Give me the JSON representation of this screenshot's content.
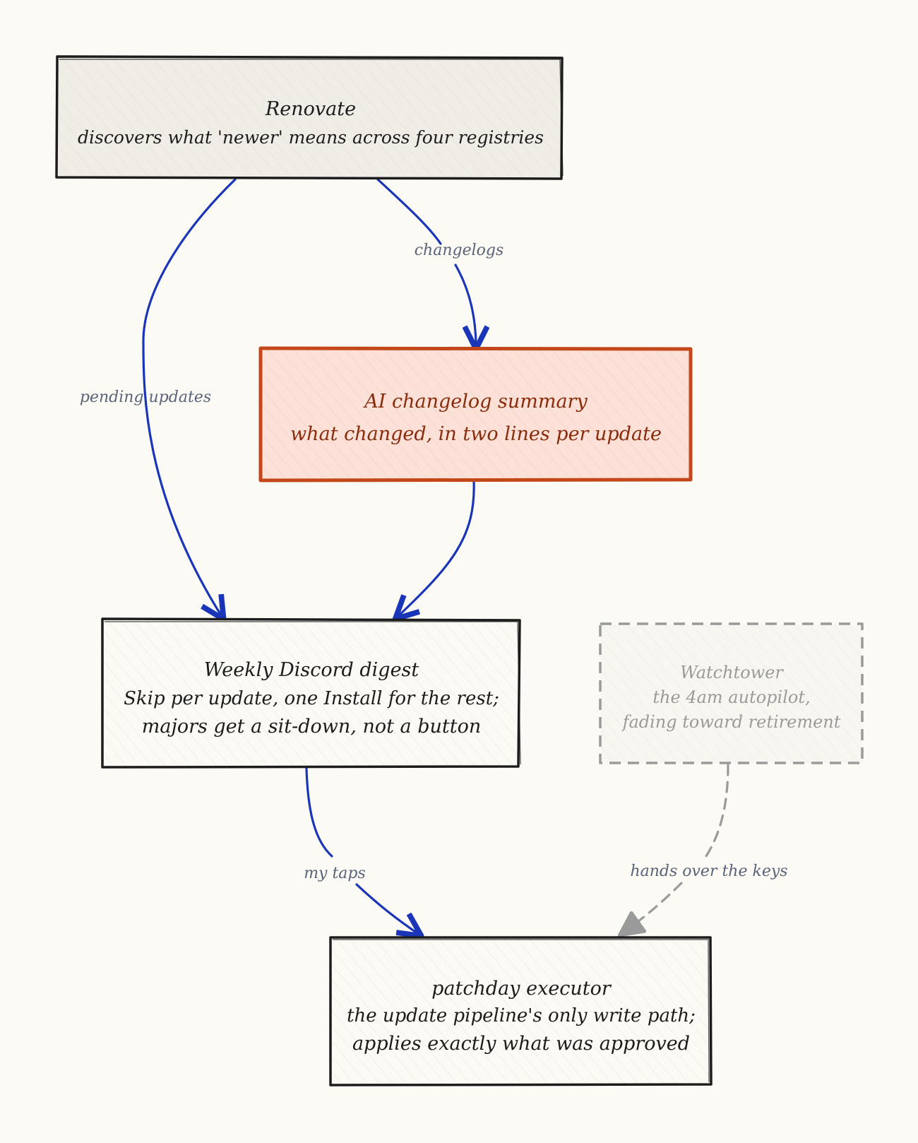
{
  "nodes": {
    "renovate": {
      "lines": [
        "Renovate",
        "discovers what 'newer' means across four registries"
      ]
    },
    "ai_summary": {
      "lines": [
        "AI changelog summary",
        "what changed, in two lines per update"
      ]
    },
    "digest": {
      "lines": [
        "Weekly Discord digest",
        "Skip per update, one Install for the rest;",
        "majors get a sit-down, not a button"
      ]
    },
    "watchtower": {
      "lines": [
        "Watchtower",
        "the 4am autopilot,",
        "fading toward retirement"
      ]
    },
    "executor": {
      "lines": [
        "patchday executor",
        "the update pipeline's only write path;",
        "applies exactly what was approved"
      ]
    }
  },
  "edges": {
    "changelogs": "changelogs",
    "pending_updates": "pending updates",
    "my_taps": "my taps",
    "hands_over": "hands over the keys"
  },
  "colors": {
    "edge_blue": "#1a35b8",
    "highlight_stroke": "#c4471a",
    "highlight_fill": "#fbe1d7",
    "highlight_text": "#8a2c0c",
    "dashed_gray": "#9a9a9a",
    "ink": "#1c1c1c"
  }
}
